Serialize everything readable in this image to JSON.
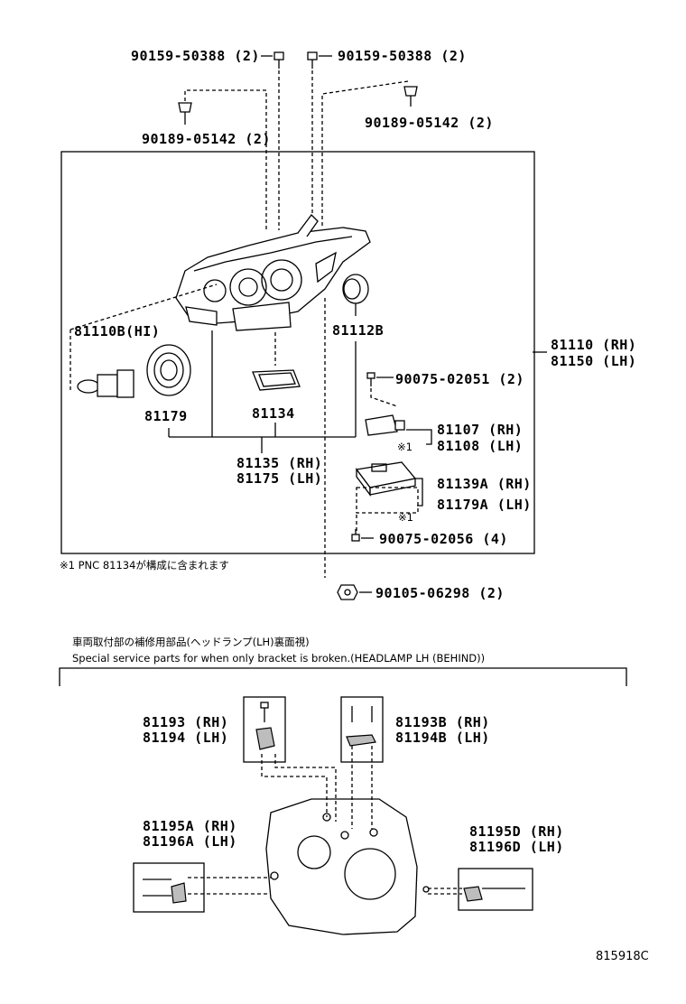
{
  "labels": {
    "bolt_left_top": "90159-50388 (2)",
    "bolt_right_top": "90159-50388 (2)",
    "clip_left": "90189-05142 (2)",
    "clip_right": "90189-05142 (2)",
    "bulb": "81110B(HI)",
    "cap": "81112B",
    "headlamp_rh": "81110 (RH)",
    "headlamp_lh": "81150 (LH)",
    "cover_81179": "81179",
    "gasket_81134": "81134",
    "screw_02051": "90075-02051 (2)",
    "computer_rh": "81107 (RH)",
    "computer_lh": "81108 (LH)",
    "mark1_a": "※1",
    "sub_rh": "81135 (RH)",
    "sub_lh": "81175 (LH)",
    "ballast_rh": "81139A (RH)",
    "ballast_lh": "81179A (LH)",
    "mark1_b": "※1",
    "screw_02056": "90075-02056 (4)",
    "note": "※1  PNC 81134が構成に含まれます",
    "nut_06298": "90105-06298 (2)",
    "jp_title": "車両取付部の補修用部品(ヘッドランプ(LH)裏面視)",
    "en_title": "Special service parts for when only bracket is broken.(HEADLAMP LH (BEHIND))",
    "brk_81193_rh": "81193 (RH)",
    "brk_81194_lh": "81194 (LH)",
    "brk_81193b_rh": "81193B (RH)",
    "brk_81194b_lh": "81194B (LH)",
    "brk_81195a_rh": "81195A (RH)",
    "brk_81196a_lh": "81196A (LH)",
    "brk_81195d_rh": "81195D (RH)",
    "brk_81196d_lh": "81196D (LH)",
    "figure_id": "815918C"
  }
}
